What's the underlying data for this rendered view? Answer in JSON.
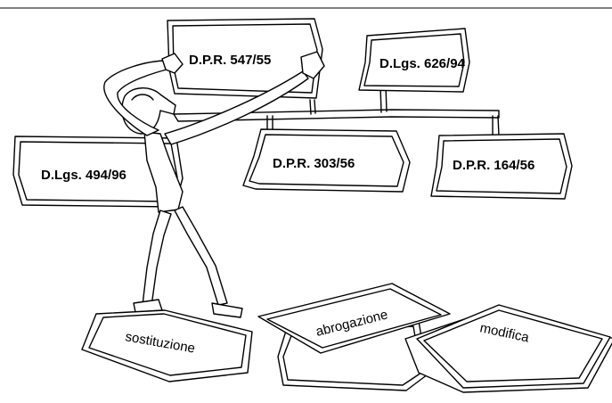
{
  "signs": {
    "dpr_547": "D.P.R. 547/55",
    "dlgs_626": "D.Lgs. 626/94",
    "dpr_303": "D.P.R. 303/56",
    "dpr_164": "D.P.R. 164/56",
    "dlgs_494": "D.Lgs. 494/96"
  },
  "papers": {
    "sostituzione": "sostituzione",
    "abrogazione": "abrogazione",
    "modifica": "modifica"
  }
}
